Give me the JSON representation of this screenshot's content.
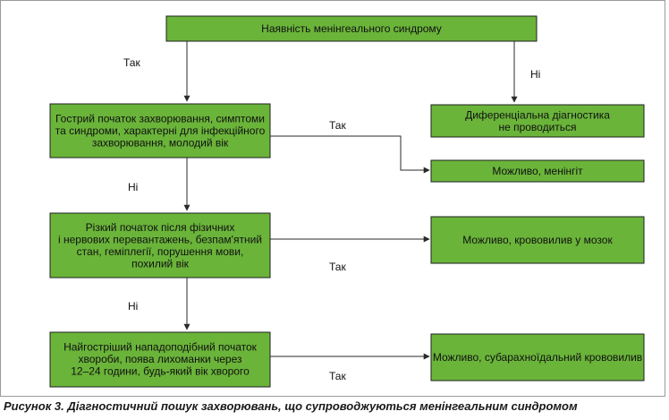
{
  "colors": {
    "node_fill": "#6ab43a",
    "node_border": "#1f1f1f",
    "connector": "#2a2a2a",
    "text": "#111111"
  },
  "nodes": {
    "meningeal_syndrome": {
      "lines": [
        "Наявність менінгеального синдрому"
      ]
    },
    "acute_onset": {
      "lines": [
        "Гострий початок захворювання, симптоми",
        "та синдроми, характерні для інфекційного",
        "захворювання, молодий вік"
      ]
    },
    "no_diagnostics": {
      "lines": [
        "Диференціальна діагностика",
        "не проводиться"
      ]
    },
    "meningitis": {
      "lines": [
        "Можливо, менінгіт"
      ]
    },
    "sudden_onset": {
      "lines": [
        "Різкий початок після фізичних",
        "і нервових перевантажень, безпам'ятний",
        "стан, геміплегії, порушення мови,",
        "похилий вік"
      ]
    },
    "brain_hemorrhage": {
      "lines": [
        "Можливо, крововилив у мозок"
      ]
    },
    "sharpest_onset": {
      "lines": [
        "Найгостріший нападоподібний початок",
        "хвороби, поява лихоманки через",
        "12–24 години, будь-який вік хворого"
      ]
    },
    "subarachnoid_hemorrhage": {
      "lines": [
        "Можливо, субарахноїдальний крововилив"
      ]
    }
  },
  "edges": {
    "syndrome_to_acute": "Так",
    "syndrome_to_no_diag": "Ні",
    "acute_to_meningitis": "Так",
    "acute_to_sudden": "Ні",
    "sudden_to_brain": "Так",
    "sudden_to_sharpest": "Ні",
    "sharpest_to_subarachnoid": "Так"
  },
  "caption": "Рисунок 3. Діагностичний пошук захворювань, що супроводжуються менінгеальним синдромом"
}
